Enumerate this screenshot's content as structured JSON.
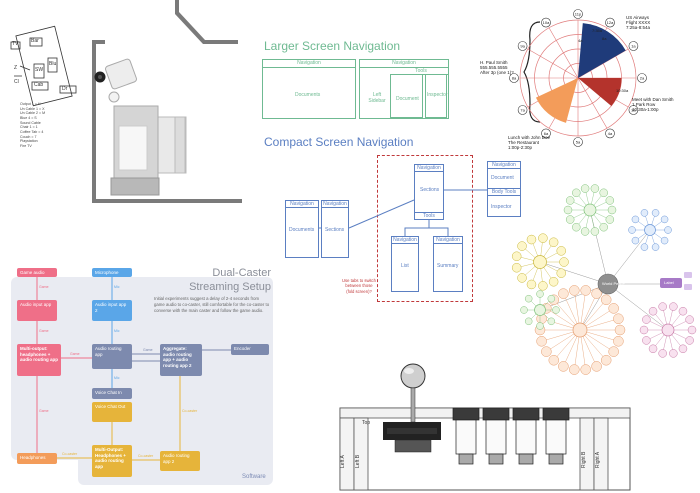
{
  "colors": {
    "green": "#6fba92",
    "blue": "#5b7fc2",
    "red_dash": "#c0393b",
    "pink": "#ef6f88",
    "sky": "#5aa6e8",
    "slate": "#7d8aae",
    "gold": "#e6b43a",
    "orange": "#f39c5a",
    "navy": "#1f3b7a",
    "dark_red": "#b4332c",
    "gray_panel": "#e9ebf2"
  },
  "sketch": {
    "labels": [
      "TV",
      "Bar",
      "SW",
      "Blu",
      "Cab",
      "Z",
      "Dr",
      "Cl"
    ],
    "notes": [
      "Output 1 = H",
      "Un Cable 1 = X",
      "Un Cable 2 = M",
      "Blue 4 = S",
      "Sound Cable",
      "Chair 1 = 1",
      "Coffee Tab = 4",
      "Couch = 7",
      "Playstation",
      "Fire TV"
    ]
  },
  "nav": {
    "large_title": "Larger Screen Navigation",
    "compact_title": "Compact Screen Navigation",
    "large": {
      "navigation": "Navigation",
      "documents": "Documents",
      "tools": "Tools",
      "left_sidebar": "Left Sidebar",
      "document": "Document",
      "inspector": "Inspector"
    },
    "compact": {
      "navigation": "Navigation",
      "documents": "Documents",
      "sections": "Sections",
      "list": "List",
      "summary": "Summary",
      "tools": "Tools",
      "document": "Document",
      "body_tools": "Body Tools",
      "inspector": "Inspector",
      "note": "Use tabs to switch between those (fold screen)?"
    }
  },
  "radial": {
    "hours": [
      "11p",
      "12a",
      "1a",
      "2a",
      "3a",
      "4a",
      "5a",
      "6a",
      "7a",
      "8a",
      "9a",
      "10a"
    ],
    "inner_labels": [
      "7:35a",
      "8a",
      "10:30a",
      "4a"
    ],
    "events": [
      {
        "text": "US Airways\nFlight XXXX\n7:25a-8:54a"
      },
      {
        "text": "H. Paul Smith\n555.555.5555\nAfter 3p (one 1)?"
      },
      {
        "text": "Meet with Dan Smith\n1 Park Row\n10:30a-1:00p"
      },
      {
        "text": "Lunch with John Doe\nThe Restaurant\n1:00p-2:30p"
      }
    ]
  },
  "audio": {
    "title_line1": "Dual-Caster",
    "title_line2": "Streaming Setup",
    "description": "Initial experiments suggest a delay of 2-4 seconds from game audio to co-caster, still comfortable for the co-caster to converse with the main caster and follow the game audio.",
    "software_label": "Software",
    "nodes": {
      "game_audio": "Game audio",
      "microphone": "Microphone",
      "audio_input_1": "Audio input app",
      "audio_input_2": "Audio input app 2",
      "multi_output_1": "Multi-output: headphones + audio routing app",
      "audio_routing_1": "Audio routing app",
      "aggregate": "Aggregate: audio routing app + audio routing app 2",
      "encoder": "Encoder",
      "voice_chat_in": "Voice Chat In",
      "voice_chat_out": "Voice Chat Out",
      "headphones": "Headphones",
      "multi_output_2": "Multi-Output: Headphones + audio routing app",
      "audio_routing_2": "Audio routing app 2"
    },
    "edge_labels": [
      "Game",
      "Game",
      "Mic",
      "Game",
      "Mic",
      "Game",
      "Co-caster",
      "Co-caster",
      "Game",
      "Mic",
      "Co-caster"
    ]
  },
  "bubble": {
    "center_label": "World Peace",
    "right_label": "Label"
  },
  "joystick": {
    "labels": {
      "top": "Top",
      "left_a": "Left A",
      "left_b": "Left B",
      "right_b": "Right B",
      "right_a": "Right A"
    }
  }
}
